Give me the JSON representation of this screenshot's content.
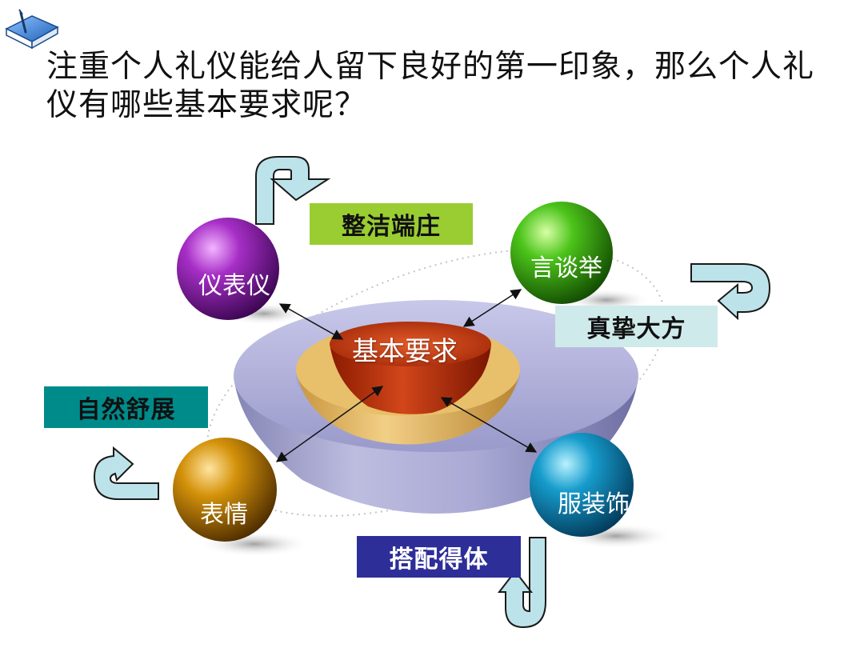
{
  "slide": {
    "question": "注重个人礼仪能给人留下良好的第一印象，那么个人礼仪有哪些基本要求呢？"
  },
  "center": {
    "label": "基本要求"
  },
  "spheres": [
    {
      "label": "仪表仪",
      "color": "#8a1fa8"
    },
    {
      "label": "言谈举",
      "color": "#3aa80c"
    },
    {
      "label": "表情",
      "color": "#c98a06"
    },
    {
      "label": "服装饰",
      "color": "#0d86b8"
    }
  ],
  "boxes": [
    {
      "label": "整洁端庄",
      "bg": "#9acd32",
      "fg": "#111111"
    },
    {
      "label": "真挚大方",
      "bg": "#cfeaea",
      "fg": "#111111"
    },
    {
      "label": "自然舒展",
      "bg": "#008b8b",
      "fg": "#111111"
    },
    {
      "label": "搭配得体",
      "bg": "#2e2e99",
      "fg": "#ffffff"
    }
  ]
}
